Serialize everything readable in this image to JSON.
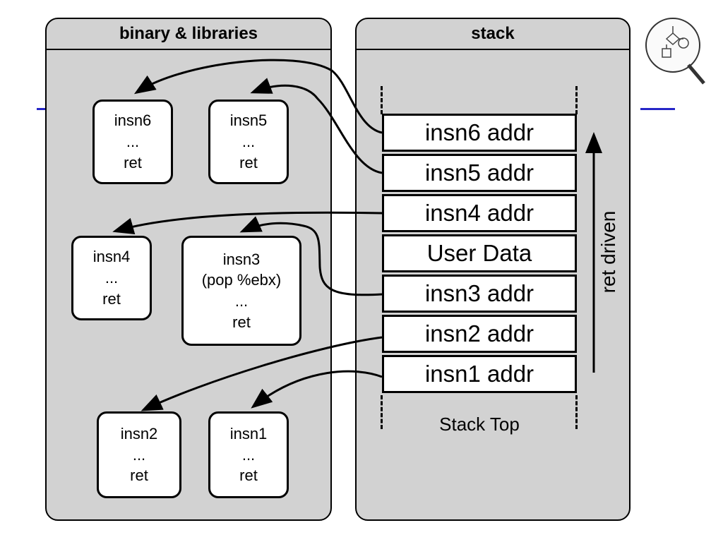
{
  "panels": {
    "binary_title": "binary & libraries",
    "stack_title": "stack"
  },
  "instructions": [
    {
      "name": "insn6",
      "lines": [
        "insn6",
        "...",
        "ret"
      ]
    },
    {
      "name": "insn5",
      "lines": [
        "insn5",
        "...",
        "ret"
      ]
    },
    {
      "name": "insn4",
      "lines": [
        "insn4",
        "...",
        "ret"
      ]
    },
    {
      "name": "insn3",
      "lines": [
        "insn3",
        "(pop %ebx)",
        "...",
        "ret"
      ]
    },
    {
      "name": "insn2",
      "lines": [
        "insn2",
        "...",
        "ret"
      ]
    },
    {
      "name": "insn1",
      "lines": [
        "insn1",
        "...",
        "ret"
      ]
    }
  ],
  "stack_slots": [
    "insn6 addr",
    "insn5 addr",
    "insn4 addr",
    "User Data",
    "insn3 addr",
    "insn2 addr",
    "insn1 addr"
  ],
  "stack_top_label": "Stack Top",
  "ret_label": "ret driven",
  "colors": {
    "panel": "#d2d2d2",
    "accent_bar": "#2626c8"
  },
  "logo_icon": "magnifier-flowchart-icon"
}
